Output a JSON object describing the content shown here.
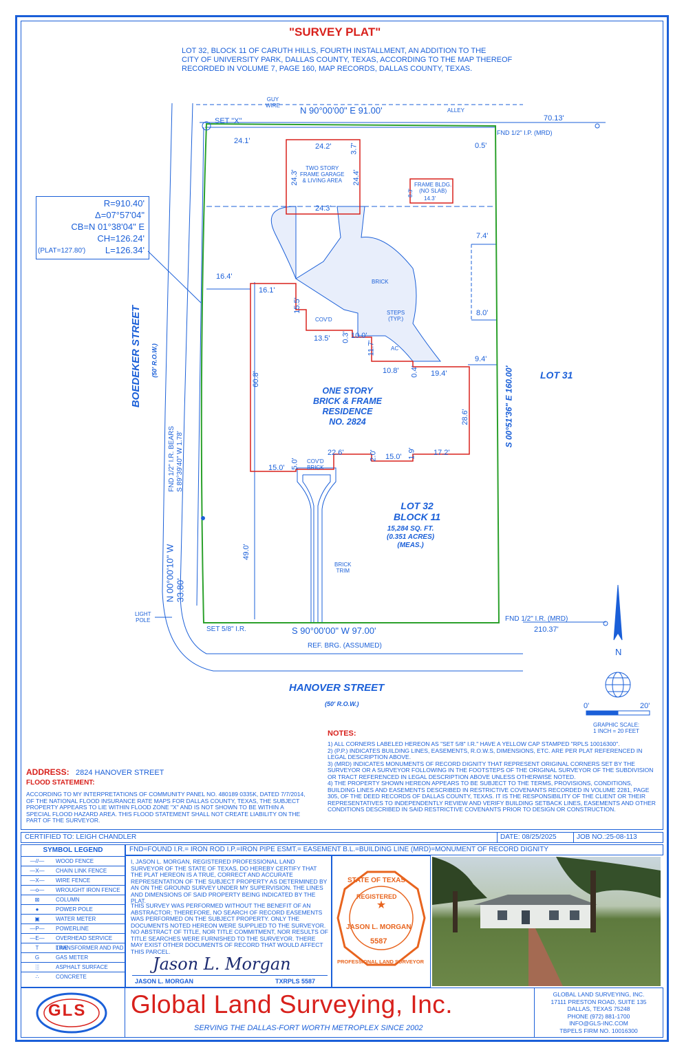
{
  "title": "\"SURVEY PLAT\"",
  "legal_description": [
    "LOT 32, BLOCK 11 OF CARUTH HILLS, FOURTH INSTALLMENT, AN ADDITION TO THE",
    "CITY OF UNIVERSITY PARK, DALLAS COUNTY, TEXAS, ACCORDING TO THE MAP THEREOF",
    "RECORDED IN VOLUME 7, PAGE 160, MAP RECORDS, DALLAS COUNTY, TEXAS."
  ],
  "plat": {
    "north_bearing": "N 90°00'00\" E 91.00'",
    "alley": "ALLEY",
    "guy_wire": [
      "GUY",
      "WIRE"
    ],
    "set_x": "SET \"X\"",
    "east_tie": "70.13'",
    "fnd_ip": "FND 1/2\" I.P. (MRD)",
    "dim_05": "0.5'",
    "dim_241": "24.1'",
    "garage": {
      "top": "24.2'",
      "left": "24.3'",
      "right": "24.4'",
      "bottom": "24.3'",
      "side": "3.7'",
      "label": [
        "TWO STORY",
        "FRAME GARAGE",
        "& LIVING AREA"
      ]
    },
    "frame_bldg": {
      "label": [
        "FRAME BLDG.",
        "(NO SLAB)"
      ],
      "w": "14.3'",
      "h": "8.3'"
    },
    "curve": [
      "R=910.40'",
      "Δ=07°57'04\"",
      "CB=N 01°38'04\" E",
      "CH=126.24'",
      "L=126.34'"
    ],
    "curve_plat": "(PLAT=127.80')",
    "dims": {
      "d164": "16.4'",
      "d161": "16.1'",
      "d155": "15.5'",
      "d135": "13.5'",
      "d03": "0.3'",
      "d100": "10.0'",
      "d117": "11.7'",
      "d108": "10.8'",
      "d04": "0.4'",
      "d194": "19.4'",
      "d74": "7.4'",
      "d80": "8.0'",
      "d94": "9.4'",
      "d608": "60.8'",
      "d286": "28.6'",
      "d226": "22.6'",
      "d20": "2.0'",
      "d150a": "15.0'",
      "d19": "1.9'",
      "d172": "17.2'",
      "d150b": "15.0'",
      "d50": "5.0'",
      "d490": "49.0'"
    },
    "labels": {
      "brick": "BRICK",
      "steps": [
        "STEPS",
        "(TYP.)"
      ],
      "covd": "COV'D",
      "ac": "AC",
      "covd_brick": [
        "COV'D",
        "BRICK"
      ],
      "brick_trim": [
        "BRICK",
        "TRIM"
      ]
    },
    "residence": [
      "ONE STORY",
      "BRICK & FRAME",
      "RESIDENCE",
      "NO. 2824"
    ],
    "east_bearing": "S 00°51'36\" E 160.00'",
    "lot31": "LOT 31",
    "lot32": [
      "LOT 32",
      "BLOCK 11"
    ],
    "area": [
      "15,284 SQ. FT.",
      "(0.351 ACRES)",
      "(MEAS.)"
    ],
    "boedeker": "BOEDEKER STREET",
    "row50": "(50' R.O.W.)",
    "ir_bears": [
      "FND 1/2\" I.R. BEARS",
      "S 89°39'40\" W 1.78'"
    ],
    "west_bearing": [
      "N 00°00'10\" W",
      "33.80'"
    ],
    "light_pole": [
      "LIGHT",
      "POLE"
    ],
    "set_ir": "SET 5/8\" I.R.",
    "south_bearing": "S 90°00'00\" W 97.00'",
    "ref_brg": "REF. BRG. (ASSUMED)",
    "fnd_ir": "FND 1/2\" I.R. (MRD)",
    "se_tie": "210.37'",
    "hanover": "HANOVER STREET",
    "north": "N",
    "scale": [
      "0'",
      "20'"
    ],
    "graphic_scale": [
      "GRAPHIC SCALE:",
      "1 INCH = 20 FEET"
    ]
  },
  "notes": {
    "heading": "NOTES:",
    "items": [
      "1) ALL CORNERS LABELED HEREON AS \"SET 5/8\" I.R.\" HAVE A YELLOW CAP STAMPED \"RPLS 10016300\".",
      "2) (P.P.) INDICATES BUILDING LINES, EASEMENTS, R.O.W.S, DIMENSIONS, ETC. ARE PER PLAT REFERENCED IN LEGAL DESCRIPTION ABOVE.",
      "3) (MRD) INDICATES MONUMENTS OF RECORD DIGNITY THAT REPRESENT ORIGINAL CORNERS SET BY THE SURVEYOR OR A SURVEYOR FOLLOWING IN THE FOOTSTEPS OF THE ORIGINAL SURVEYOR OF THE SUBDIVISION OR TRACT REFERENCED IN LEGAL DESCRIPTION ABOVE UNLESS OTHERWISE NOTED.",
      "4) THE PROPERTY SHOWN HEREON APPEARS TO BE SUBJECT TO THE TERMS, PROVISIONS, CONDITIONS, BUILDING LINES AND EASEMENTS DESCRIBED IN RESTRICTIVE COVENANTS RECORDED IN VOLUME 2281, PAGE 305, OF THE DEED RECORDS OF DALLAS COUNTY, TEXAS. IT IS THE RESPONSIBILITY OF THE CLIENT OR THEIR REPRESENTATIVES TO INDEPENDENTLY REVIEW AND VERIFY BUILDING SETBACK LINES, EASEMENTS AND OTHER CONDITIONS DESCRIBED IN SAID RESTRICTIVE COVENANTS PRIOR TO DESIGN OR CONSTRUCTION."
    ]
  },
  "address": {
    "label": "ADDRESS:",
    "value": "2824 HANOVER STREET"
  },
  "flood": {
    "label": "FLOOD STATEMENT:",
    "text": "ACCORDING TO MY INTERPRETATIONS OF COMMUNITY PANEL NO. 480189 0335K, DATED 7/7/2014, OF THE NATIONAL FLOOD INSURANCE RATE MAPS FOR DALLAS COUNTY, TEXAS, THE SUBJECT PROPERTY APPEARS TO LIE WITHIN FLOOD ZONE \"X\" AND IS NOT SHOWN TO BE WITHIN A SPECIAL FLOOD HAZARD AREA. THIS FLOOD STATEMENT SHALL NOT CREATE LIABILITY ON THE PART OF THE SURVEYOR."
  },
  "certified": "CERTIFIED TO: LEIGH CHANDLER",
  "date": "DATE: 08/25/2025",
  "job": "JOB NO.:25-08-113",
  "abbrev": "FND=FOUND  I.R.= IRON ROD  I.P.=IRON PIPE  ESMT.= EASEMENT B.L.=BUILDING LINE (MRD)=MONUMENT OF RECORD DIGNITY",
  "legend": {
    "title": "SYMBOL LEGEND",
    "items": [
      {
        "sym": "—//—",
        "label": "WOOD FENCE"
      },
      {
        "sym": "—X—",
        "label": "CHAIN LINK FENCE"
      },
      {
        "sym": "—X—",
        "label": "WIRE FENCE"
      },
      {
        "sym": "—o—",
        "label": "WROUGHT IRON FENCE"
      },
      {
        "sym": "⊠",
        "label": "COLUMN"
      },
      {
        "sym": "●",
        "label": "POWER POLE"
      },
      {
        "sym": "▣",
        "label": "WATER METER"
      },
      {
        "sym": "—P—",
        "label": "POWERLINE"
      },
      {
        "sym": "—E—",
        "label": "OVERHEAD SERVICE LINE"
      },
      {
        "sym": "T",
        "label": "TRANSFORMER AND PAD"
      },
      {
        "sym": "G",
        "label": "GAS METER"
      },
      {
        "sym": "░",
        "label": "ASPHALT SURFACE"
      },
      {
        "sym": "∴",
        "label": "CONCRETE"
      }
    ]
  },
  "certification": [
    "I, JASON L. MORGAN, REGISTERED PROFESSIONAL LAND SURVEYOR OF THE STATE OF TEXAS, DO HEREBY CERTIFY THAT THE PLAT HEREON IS A TRUE, CORRECT AND ACCURATE REPRESENTATION OF THE SUBJECT PROPERTY AS DETERMINED BY AN ON THE GROUND SURVEY UNDER MY SUPERVISION. THE LINES AND DIMENSIONS OF SAID PROPERTY BEING INDICATED BY THE PLAT.",
    "THIS SURVEY WAS PERFORMED WITHOUT THE BENEFIT OF AN ABSTRACTOR; THEREFORE, NO SEARCH OF RECORD EASEMENTS WAS PERFORMED ON THE SUBJECT PROPERTY. ONLY THE DOCUMENTS NOTED HEREON WERE SUPPLIED TO THE SURVEYOR. NO ABSTRACT OF TITLE, NOR TITLE COMMITMENT, NOR RESULTS OF TITLE SEARCHES WERE FURNISHED TO THE SURVEYOR. THERE MAY EXIST OTHER DOCUMENTS OF RECORD THAT WOULD AFFECT THIS PARCEL."
  ],
  "signature": "Jason L. Morgan",
  "surveyor": "JASON L. MORGAN",
  "rpls": "TXRPLS 5587",
  "seal": {
    "top": "STATE OF TEXAS",
    "reg": "REGISTERED",
    "name": "JASON L. MORGAN",
    "num": "5587",
    "bottom": "PROFESSIONAL LAND SURVEYOR"
  },
  "logo": "GLS",
  "company": "Global Land Surveying, Inc.",
  "tagline": "SERVING THE DALLAS-FORT WORTH METROPLEX SINCE 2002",
  "contact": [
    "GLOBAL LAND SURVEYING, INC.",
    "17111 PRESTON ROAD, SUITE 135",
    "DALLAS, TEXAS 75248",
    "PHONE (972) 881-1700",
    "INFO@GLS-INC.COM",
    "TBPELS FIRM NO. 10016300"
  ],
  "colors": {
    "blue": "#1a5fd8",
    "red": "#d8211c",
    "green": "#2aa02a",
    "orange": "#e8641e"
  }
}
